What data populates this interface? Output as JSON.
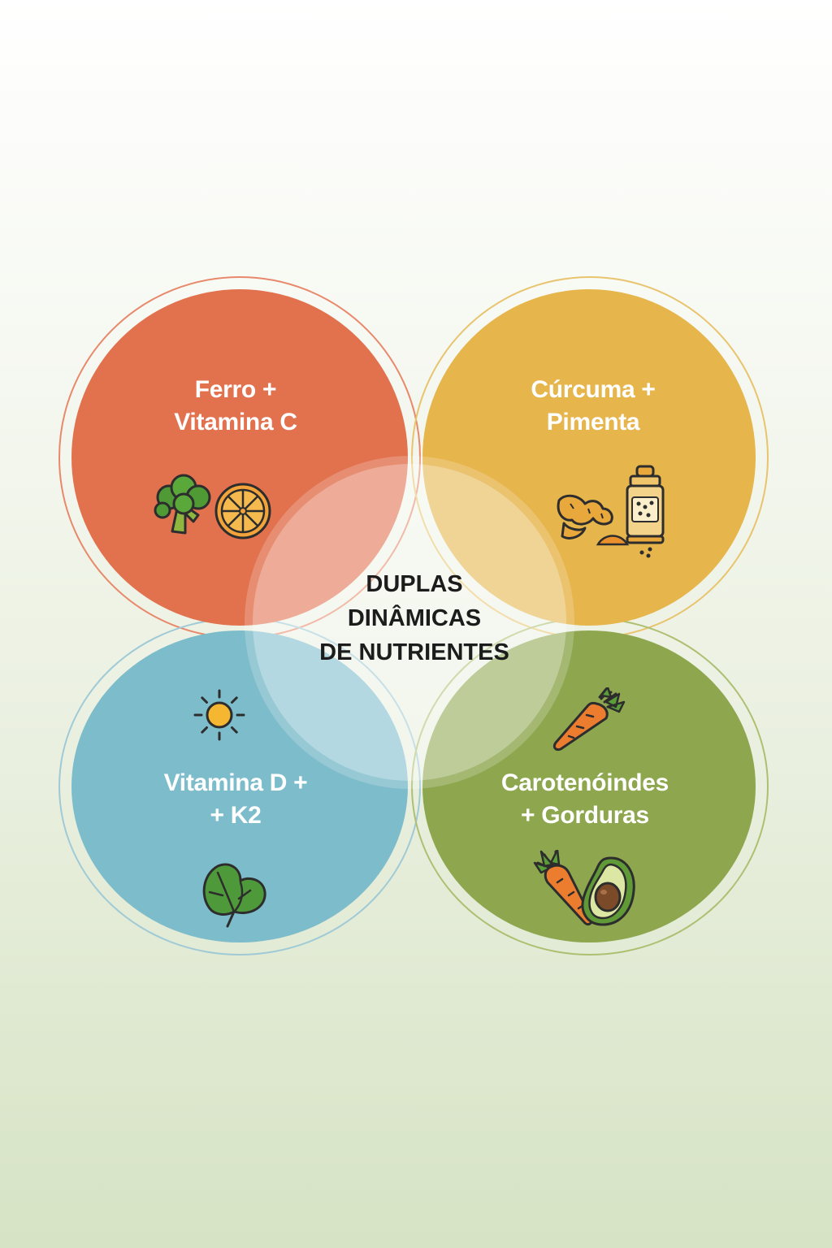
{
  "title_lines": [
    "DUPLAS",
    "DINÂMICAS",
    "DE NUTRIENTES"
  ],
  "pairs": [
    {
      "lines": [
        "Ferro +",
        "Vitamina C"
      ],
      "color": "#e2714e",
      "icons": [
        "broccoli-icon",
        "orange-slice-icon"
      ]
    },
    {
      "lines": [
        "Cúrcuma +",
        "Pimenta"
      ],
      "color": "#e6b54b",
      "icons": [
        "turmeric-root-icon",
        "pepper-shaker-icon"
      ]
    },
    {
      "lines": [
        "Vitamina D +",
        "+ K2"
      ],
      "color": "#7dbccb",
      "icons": [
        "sun-icon",
        "spinach-leaf-icon"
      ]
    },
    {
      "lines": [
        "Carotenóindes",
        "+ Gorduras"
      ],
      "color": "#8ea74f",
      "icons": [
        "carrot-icon",
        "carrot-avocado-icon"
      ]
    }
  ]
}
